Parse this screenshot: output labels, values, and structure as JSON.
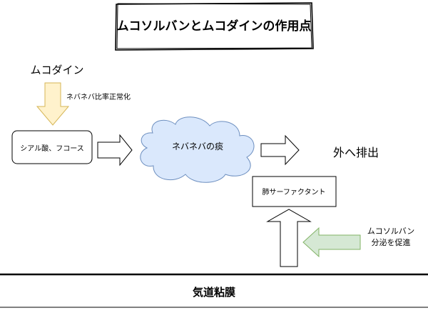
{
  "title": "ムコソルバンとムコダインの作用点",
  "mucodyne_label": "ムコダイン",
  "mucodyne_effect": "ネバネバ比率正常化",
  "sialic_box": "シアル酸、フコース",
  "sputum_cloud": "ネバネバの痰",
  "excretion": "外へ排出",
  "surfactant_box": "肺サーファクタント",
  "mucosolvan_line1": "ムコソルバン",
  "mucosolvan_line2": "分泌を促進",
  "airway": "気道粘膜",
  "colors": {
    "mucodyne_arrow": "#fff2cc",
    "mucodyne_arrow_stroke": "#d6b656",
    "cloud_fill": "#dae8fc",
    "cloud_stroke": "#6c8ebf",
    "mucosolvan_arrow": "#d5e8d4",
    "mucosolvan_arrow_stroke": "#82b366"
  }
}
